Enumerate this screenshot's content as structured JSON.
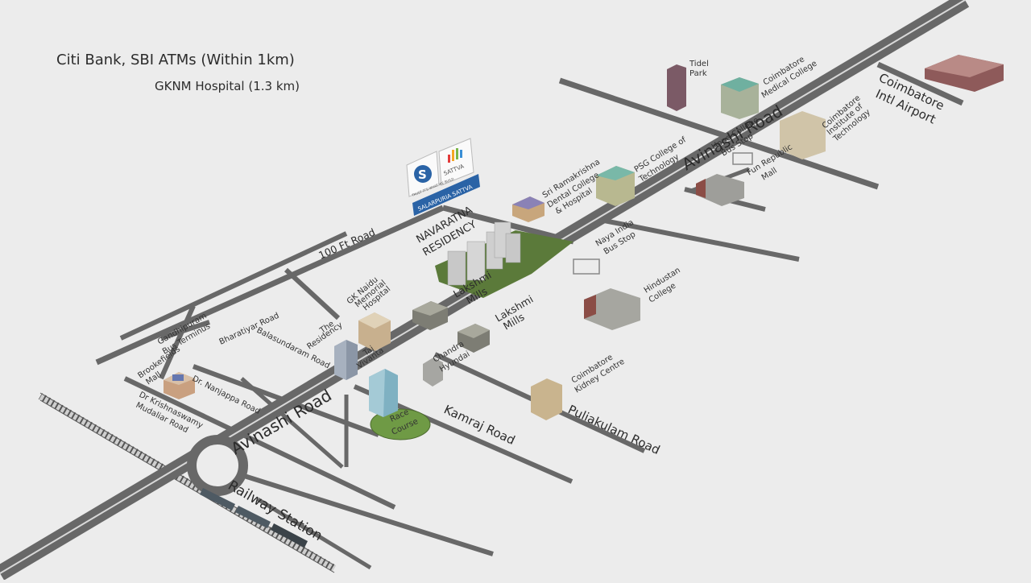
{
  "notes": {
    "atms": "Citi Bank, SBI ATMs (Within 1km)",
    "hospital": "GKNM Hospital (1.3 km)"
  },
  "roads": {
    "avinashi_main": "Avinashi Road",
    "avinashi_upper": "Avinashi Road",
    "hundred_ft": "100 Ft Road",
    "bharatiyar": "Bharatiyar Road",
    "balasundaram": "Balasundaram Road",
    "nanjappa": "Dr. Nanjappa Road",
    "krishnaswamy_1": "Dr Krishnaswamy",
    "krishnaswamy_2": "Mudaliar Road",
    "kamraj": "Kamraj Road",
    "puliakulam": "Puliakulam Road"
  },
  "places": {
    "gandhipuram_1": "Gandhipuram",
    "gandhipuram_2": "Bus Terminus",
    "brookefields_1": "Brookefields",
    "brookefields_2": "Mall",
    "gknaidu_1": "GK Naidu",
    "gknaidu_2": "Memorial",
    "gknaidu_3": "Hospital",
    "residency_1": "The",
    "residency_2": "Residency",
    "taj_1": "Taj",
    "taj_2": "Vivanta",
    "lakshmi_a1": "Lakshmi",
    "lakshmi_a2": "Mills",
    "lakshmi_b1": "Lakshmi",
    "lakshmi_b2": "Mills",
    "chandra_1": "Chandra",
    "chandra_2": "Hyundai",
    "race_1": "Race",
    "race_2": "Course",
    "railway": "Railway Station",
    "ramakrishna_1": "Sri Ramakrishna",
    "ramakrishna_2": "Dental College",
    "ramakrishna_3": "& Hospital",
    "psg_1": "PSG College of",
    "psg_2": "Technology",
    "naya_1": "Naya India",
    "naya_2": "Bus Stop",
    "hope_1": "Hope College",
    "hope_2": "Bus Stop",
    "funrepublic_1": "Fun Republic",
    "funrepublic_2": "Mall",
    "hindustan_1": "Hindustan",
    "hindustan_2": "College",
    "kidney_1": "Coimbatore",
    "kidney_2": "Kidney Centre",
    "tidel_1": "Tidel",
    "tidel_2": "Park",
    "medical_1": "Coimbatore",
    "medical_2": "Medical College",
    "cit_1": "Coimbatore",
    "cit_2": "Institute of",
    "cit_3": "Technology",
    "airport_1": "Coimbatore",
    "airport_2": "Intl Airport"
  },
  "project": {
    "name_1": "NAVARATNA",
    "name_2": "RESIDENCY",
    "brand_banner": "SALARPURIA SATTVA",
    "logo_letter": "S",
    "logo_name": "SATTVA",
    "tagline": "TRUST IT'S WHAT WE BUILD"
  },
  "colors": {
    "background": "#ececec",
    "road": "#686868",
    "race_course": "#6f9a45",
    "brand_blue": "#2a63a6"
  }
}
